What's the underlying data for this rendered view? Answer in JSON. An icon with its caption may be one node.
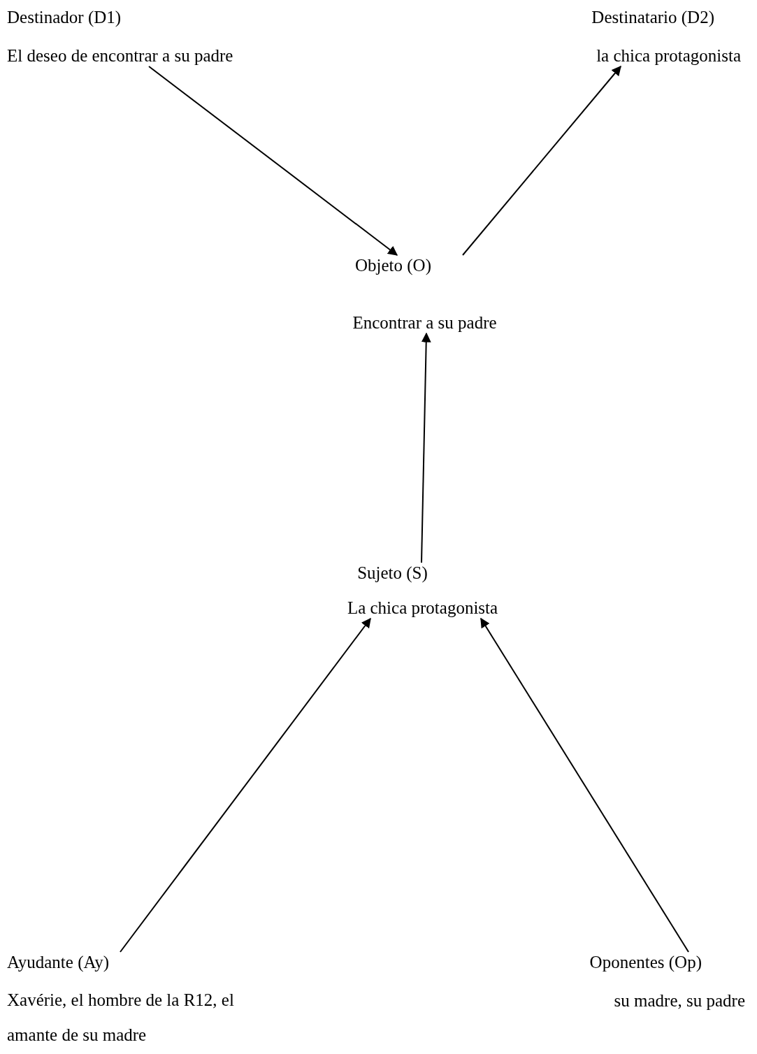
{
  "diagram": {
    "nodes": [
      {
        "text": [
          "Destinador (D1)",
          "El deseo de encontrar a su padre"
        ]
      },
      {
        "text": [
          "Destinatario (D2)",
          "la chica protagonista"
        ]
      },
      {
        "text": [
          "Objeto (O)",
          "Encontrar a su padre"
        ]
      },
      {
        "text": [
          "Sujeto (S)",
          "La chica protagonista"
        ]
      },
      {
        "text": [
          "Ayudante (Ay)",
          "Xavérie, el hombre de la R12, el amante de su madre"
        ]
      },
      {
        "text": [
          "Oponentes (Op)",
          "su madre, su padre"
        ]
      }
    ],
    "edges": [
      {
        "from": 0,
        "to": 2,
        "arrow": "to"
      },
      {
        "from": 2,
        "to": 1,
        "arrow": "to"
      },
      {
        "from": 3,
        "to": 2,
        "arrow": "to"
      },
      {
        "from": 4,
        "to": 3,
        "arrow": "to"
      },
      {
        "from": 5,
        "to": 3,
        "arrow": "to"
      }
    ]
  }
}
